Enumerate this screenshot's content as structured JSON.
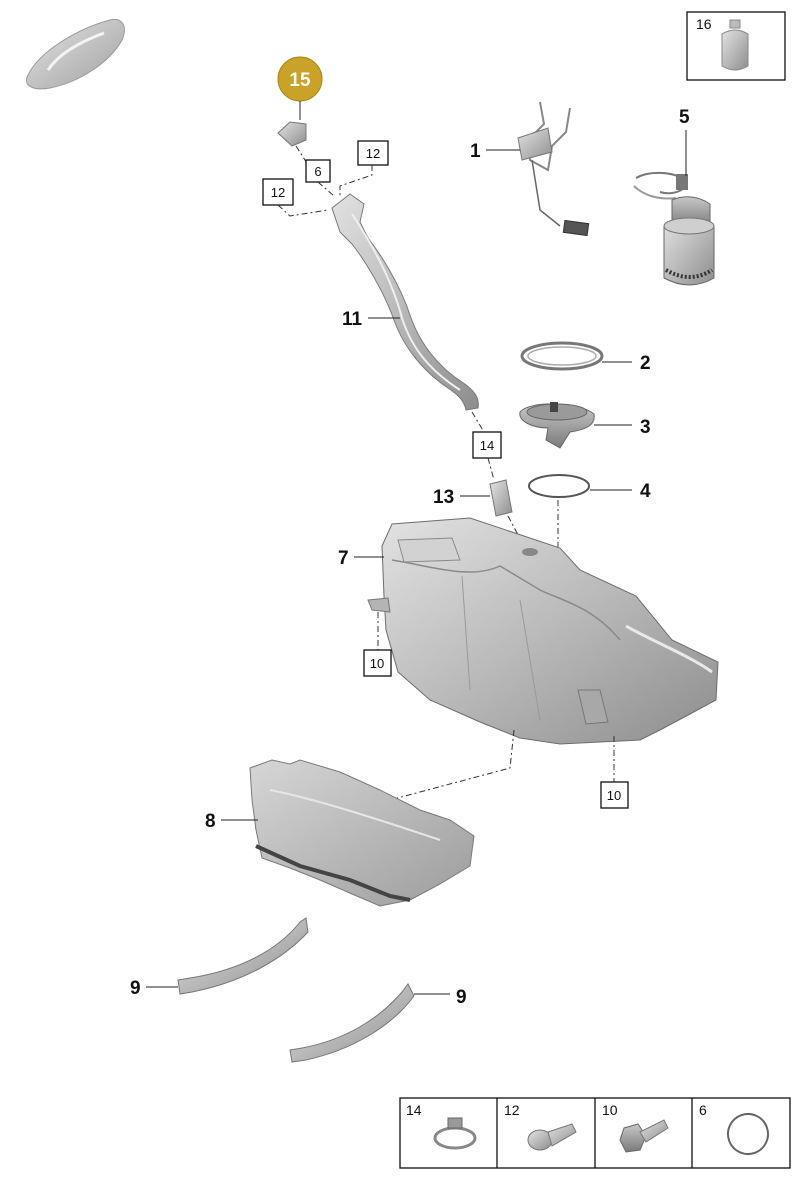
{
  "callouts": {
    "p1": "1",
    "p2": "2",
    "p3": "3",
    "p4": "4",
    "p5": "5",
    "p7": "7",
    "p8": "8",
    "p9a": "9",
    "p9b": "9",
    "p11": "11",
    "p13": "13"
  },
  "highlight": {
    "label": "15",
    "color": "#c9a227"
  },
  "boxed_refs": {
    "r6": "6",
    "r12a": "12",
    "r12b": "12",
    "r14": "14",
    "r10a": "10",
    "r10b": "10"
  },
  "corner_part": {
    "label": "16"
  },
  "legend": [
    {
      "number": "14",
      "icon": "hose-clamp-icon"
    },
    {
      "number": "12",
      "icon": "bolt-icon"
    },
    {
      "number": "10",
      "icon": "flange-bolt-icon"
    },
    {
      "number": "6",
      "icon": "o-ring-icon"
    }
  ]
}
